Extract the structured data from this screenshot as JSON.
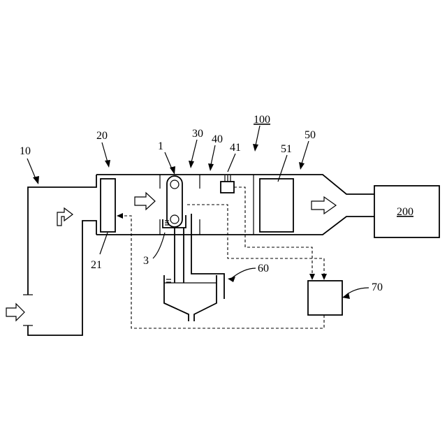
{
  "labels": {
    "system": "100",
    "intake": "10",
    "filter_section": "20",
    "component_1": "1",
    "section_30": "30",
    "section_40": "40",
    "sensor": "41",
    "section_50": "50",
    "block_51": "51",
    "component_3": "3",
    "filter_element": "21",
    "reservoir": "60",
    "controller": "70",
    "engine": "200"
  }
}
